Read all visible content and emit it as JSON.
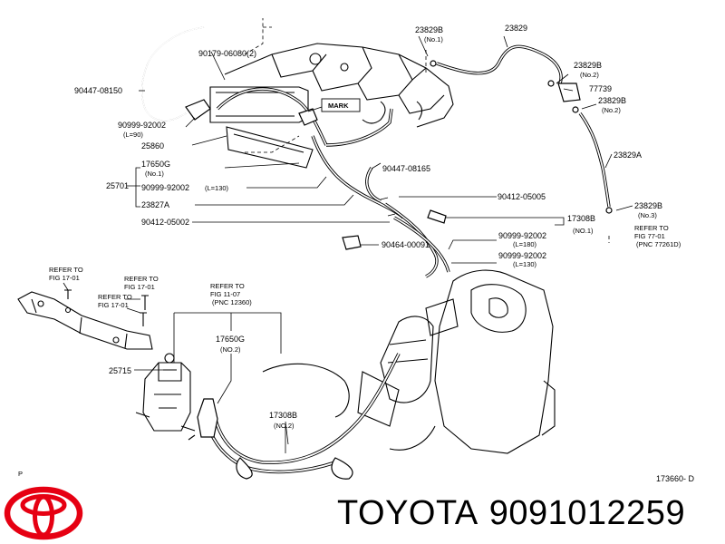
{
  "labels": {
    "p23829b_1": "23829B",
    "p23829b_1_note": "(No.1)",
    "p23829": "23829",
    "p90179": "90179-06080(2)",
    "p23829b_2": "23829B",
    "p23829b_2_note": "(No.2)",
    "p77739": "77739",
    "p23829b_3": "23829B",
    "p23829b_3_note": "(No.2)",
    "p90447_a": "90447-08150",
    "mark": "MARK",
    "p90999_a": "90999-92002",
    "p90999_a_note": "(L=90)",
    "p25860": "25860",
    "p23829a": "23829A",
    "p17650g_1": "17650G",
    "p17650g_1_note": "(No.1)",
    "p90447_b": "90447-08165",
    "p25701": "25701",
    "p90999_b": "90999-92002",
    "p90999_b_note": "(L=130)",
    "p90412_a": "90412-05005",
    "p23827a": "23827A",
    "p23829b_4": "23829B",
    "p23829b_4_note": "(No.3)",
    "p17308b_1": "17308B",
    "p17308b_1_note": "(NO.1)",
    "p90412_b": "90412-05002",
    "refer_77_1": "REFER TO",
    "refer_77_2": "FIG 77-01",
    "refer_77_3": "(PNC 77261D)",
    "p90999_c": "90999-92002",
    "p90999_c_note": "(L=180)",
    "p90464": "90464-00091",
    "p90999_d": "90999-92002",
    "p90999_d_note": "(L=130)",
    "refer_17a_1": "REFER TO",
    "refer_17a_2": "FIG 17-01",
    "refer_17b_1": "REFER TO",
    "refer_17b_2": "FIG 17-01",
    "refer_17c_1": "REFER TO",
    "refer_17c_2": "FIG 17-01",
    "refer_11_1": "REFER TO",
    "refer_11_2": "FIG 11-07",
    "refer_11_3": "(PNC 12360)",
    "p17650g_2": "17650G",
    "p17650g_2_note": "(NO.2)",
    "p25715": "25715",
    "p17308b_2": "17308B",
    "p17308b_2_note": "(NO.2)",
    "p_mark": "P",
    "diagram_code": "173660- D"
  },
  "brand": {
    "name": "TOYOTA",
    "part_number": "9091012259",
    "logo_color": "#e60012"
  }
}
